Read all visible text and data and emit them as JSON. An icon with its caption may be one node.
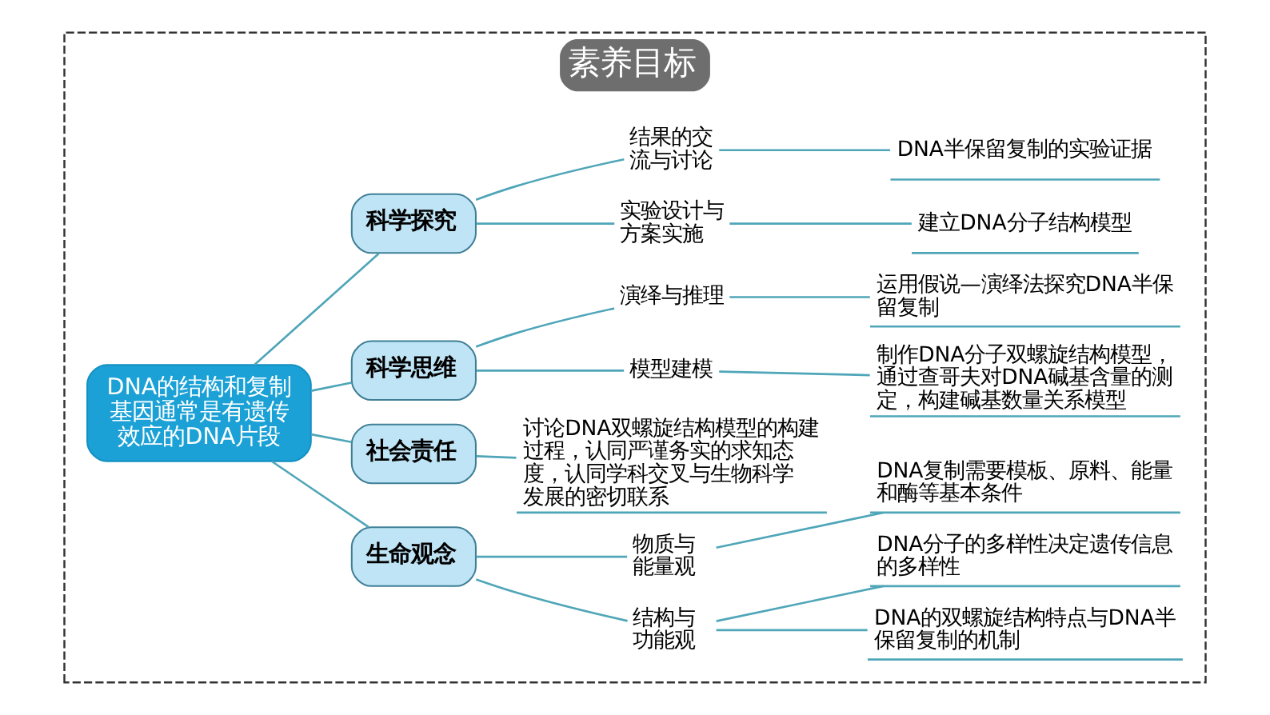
{
  "diagram": {
    "nodes": [
      {
        "text": [
          "素养目标"
        ]
      },
      {
        "text": [
          "DNA的结构和复制",
          "基因通常是有遗传效应的DNA片段"
        ],
        "in": 0
      },
      {
        "text": [
          "生命观念"
        ],
        "in": 0
      },
      {
        "text": [
          "结构与功能观"
        ],
        "in": 0
      },
      {
        "text": [
          "DNA的双螺旋结构特点与DNA半保留复制的机制"
        ],
        "in": 0
      },
      {
        "text": [
          "DNA分子的多样性决定遗传信息的多样性"
        ],
        "in": 0
      },
      {
        "text": [
          "物质与能量观"
        ],
        "in": 0
      },
      {
        "text": [
          "DNA复制需要模板、原料、能量和酶等基本条件"
        ],
        "in": 0
      },
      {
        "text": [
          "社会责任"
        ],
        "in": 0
      },
      {
        "text": [
          "讨论DNA双螺旋结构模型的构建过程，认同严谨务实的求知态度，认同学科交叉与生物科学发展的密切联系"
        ],
        "in": 0
      },
      {
        "text": [
          "科学思维"
        ],
        "in": 0
      },
      {
        "text": [
          "模型建模"
        ],
        "in": 0
      },
      {
        "text": [
          "制作DNA分子双螺旋结构模型，通过查哥夫对DNA碱基含量的测定，构建碱基数量关系模型"
        ],
        "in": 0
      },
      {
        "text": [
          "演绎与推理"
        ],
        "in": 0
      },
      {
        "text": [
          "运用假说—演绎法探究DNA半保留复制"
        ],
        "in": 0
      },
      {
        "text": [
          "科学探究"
        ],
        "in": 0
      },
      {
        "text": [
          "实验设计与方案实施"
        ],
        "in": 0
      },
      {
        "text": [
          "建立DNA分子结构模型"
        ],
        "in": 0
      },
      {
        "text": [
          "结果的交流与讨论"
        ],
        "in": 0
      },
      {
        "text": [
          "DNA半保留复制的实验证据"
        ],
        "in": 0
      }
    ],
    "edges": [
      {
        "from": 1,
        "to": 2,
        "arrow": "none"
      },
      {
        "from": 2,
        "to": 3,
        "arrow": "none"
      },
      {
        "from": 3,
        "to": 4,
        "arrow": "none"
      },
      {
        "from": 3,
        "to": 5,
        "arrow": "none"
      },
      {
        "from": 2,
        "to": 6,
        "arrow": "none"
      },
      {
        "from": 6,
        "to": 7,
        "arrow": "none"
      },
      {
        "from": 1,
        "to": 8,
        "arrow": "none"
      },
      {
        "from": 8,
        "to": 9,
        "arrow": "none"
      },
      {
        "from": 1,
        "to": 10,
        "arrow": "none"
      },
      {
        "from": 10,
        "to": 11,
        "arrow": "none"
      },
      {
        "from": 11,
        "to": 12,
        "arrow": "none"
      },
      {
        "from": 10,
        "to": 13,
        "arrow": "none"
      },
      {
        "from": 13,
        "to": 14,
        "arrow": "none"
      },
      {
        "from": 1,
        "to": 15,
        "arrow": "none"
      },
      {
        "from": 15,
        "to": 16,
        "arrow": "none"
      },
      {
        "from": 16,
        "to": 17,
        "arrow": "none"
      },
      {
        "from": 15,
        "to": 18,
        "arrow": "none"
      },
      {
        "from": 18,
        "to": 19,
        "arrow": "none"
      }
    ]
  }
}
